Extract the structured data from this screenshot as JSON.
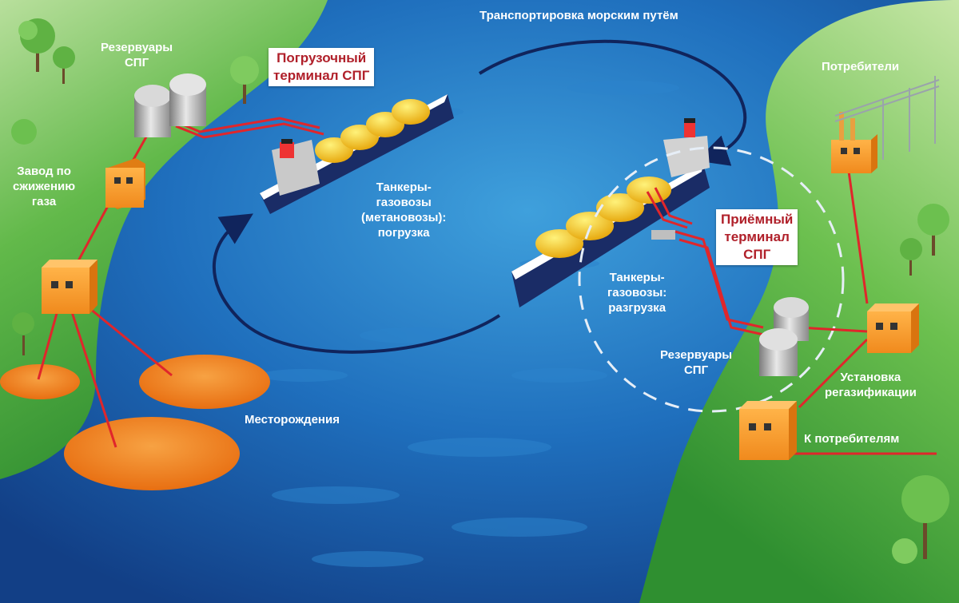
{
  "labels": {
    "sea_transport": "Транспортировка морским путём",
    "storage_left": "Резервуары\nСПГ",
    "loading_terminal": "Погрузочный\nтерминал СПГ",
    "liquefaction_plant": "Завод по\nсжижению\nгаза",
    "tankers_loading": "Танкеры-\nгазовозы\n(метановозы):\nпогрузка",
    "consumers": "Потребители",
    "receiving_terminal": "Приёмный\nтерминал\nСПГ",
    "tankers_unloading": "Танкеры-\nгазовозы:\nразгрузка",
    "storage_right": "Резервуары\nСПГ",
    "regasification": "Установка\nрегазификации",
    "to_consumers": "К потребителям",
    "fields": "Месторождения"
  },
  "colors": {
    "sea": "#1d63b0",
    "land": "#5bb544",
    "pipeline": "#e0262b",
    "building": "#f79a2c",
    "field": "#ef7e1c",
    "gas_dome": "#f5c81a",
    "terminal_text": "#b0202a",
    "arrow": "#10245c"
  }
}
